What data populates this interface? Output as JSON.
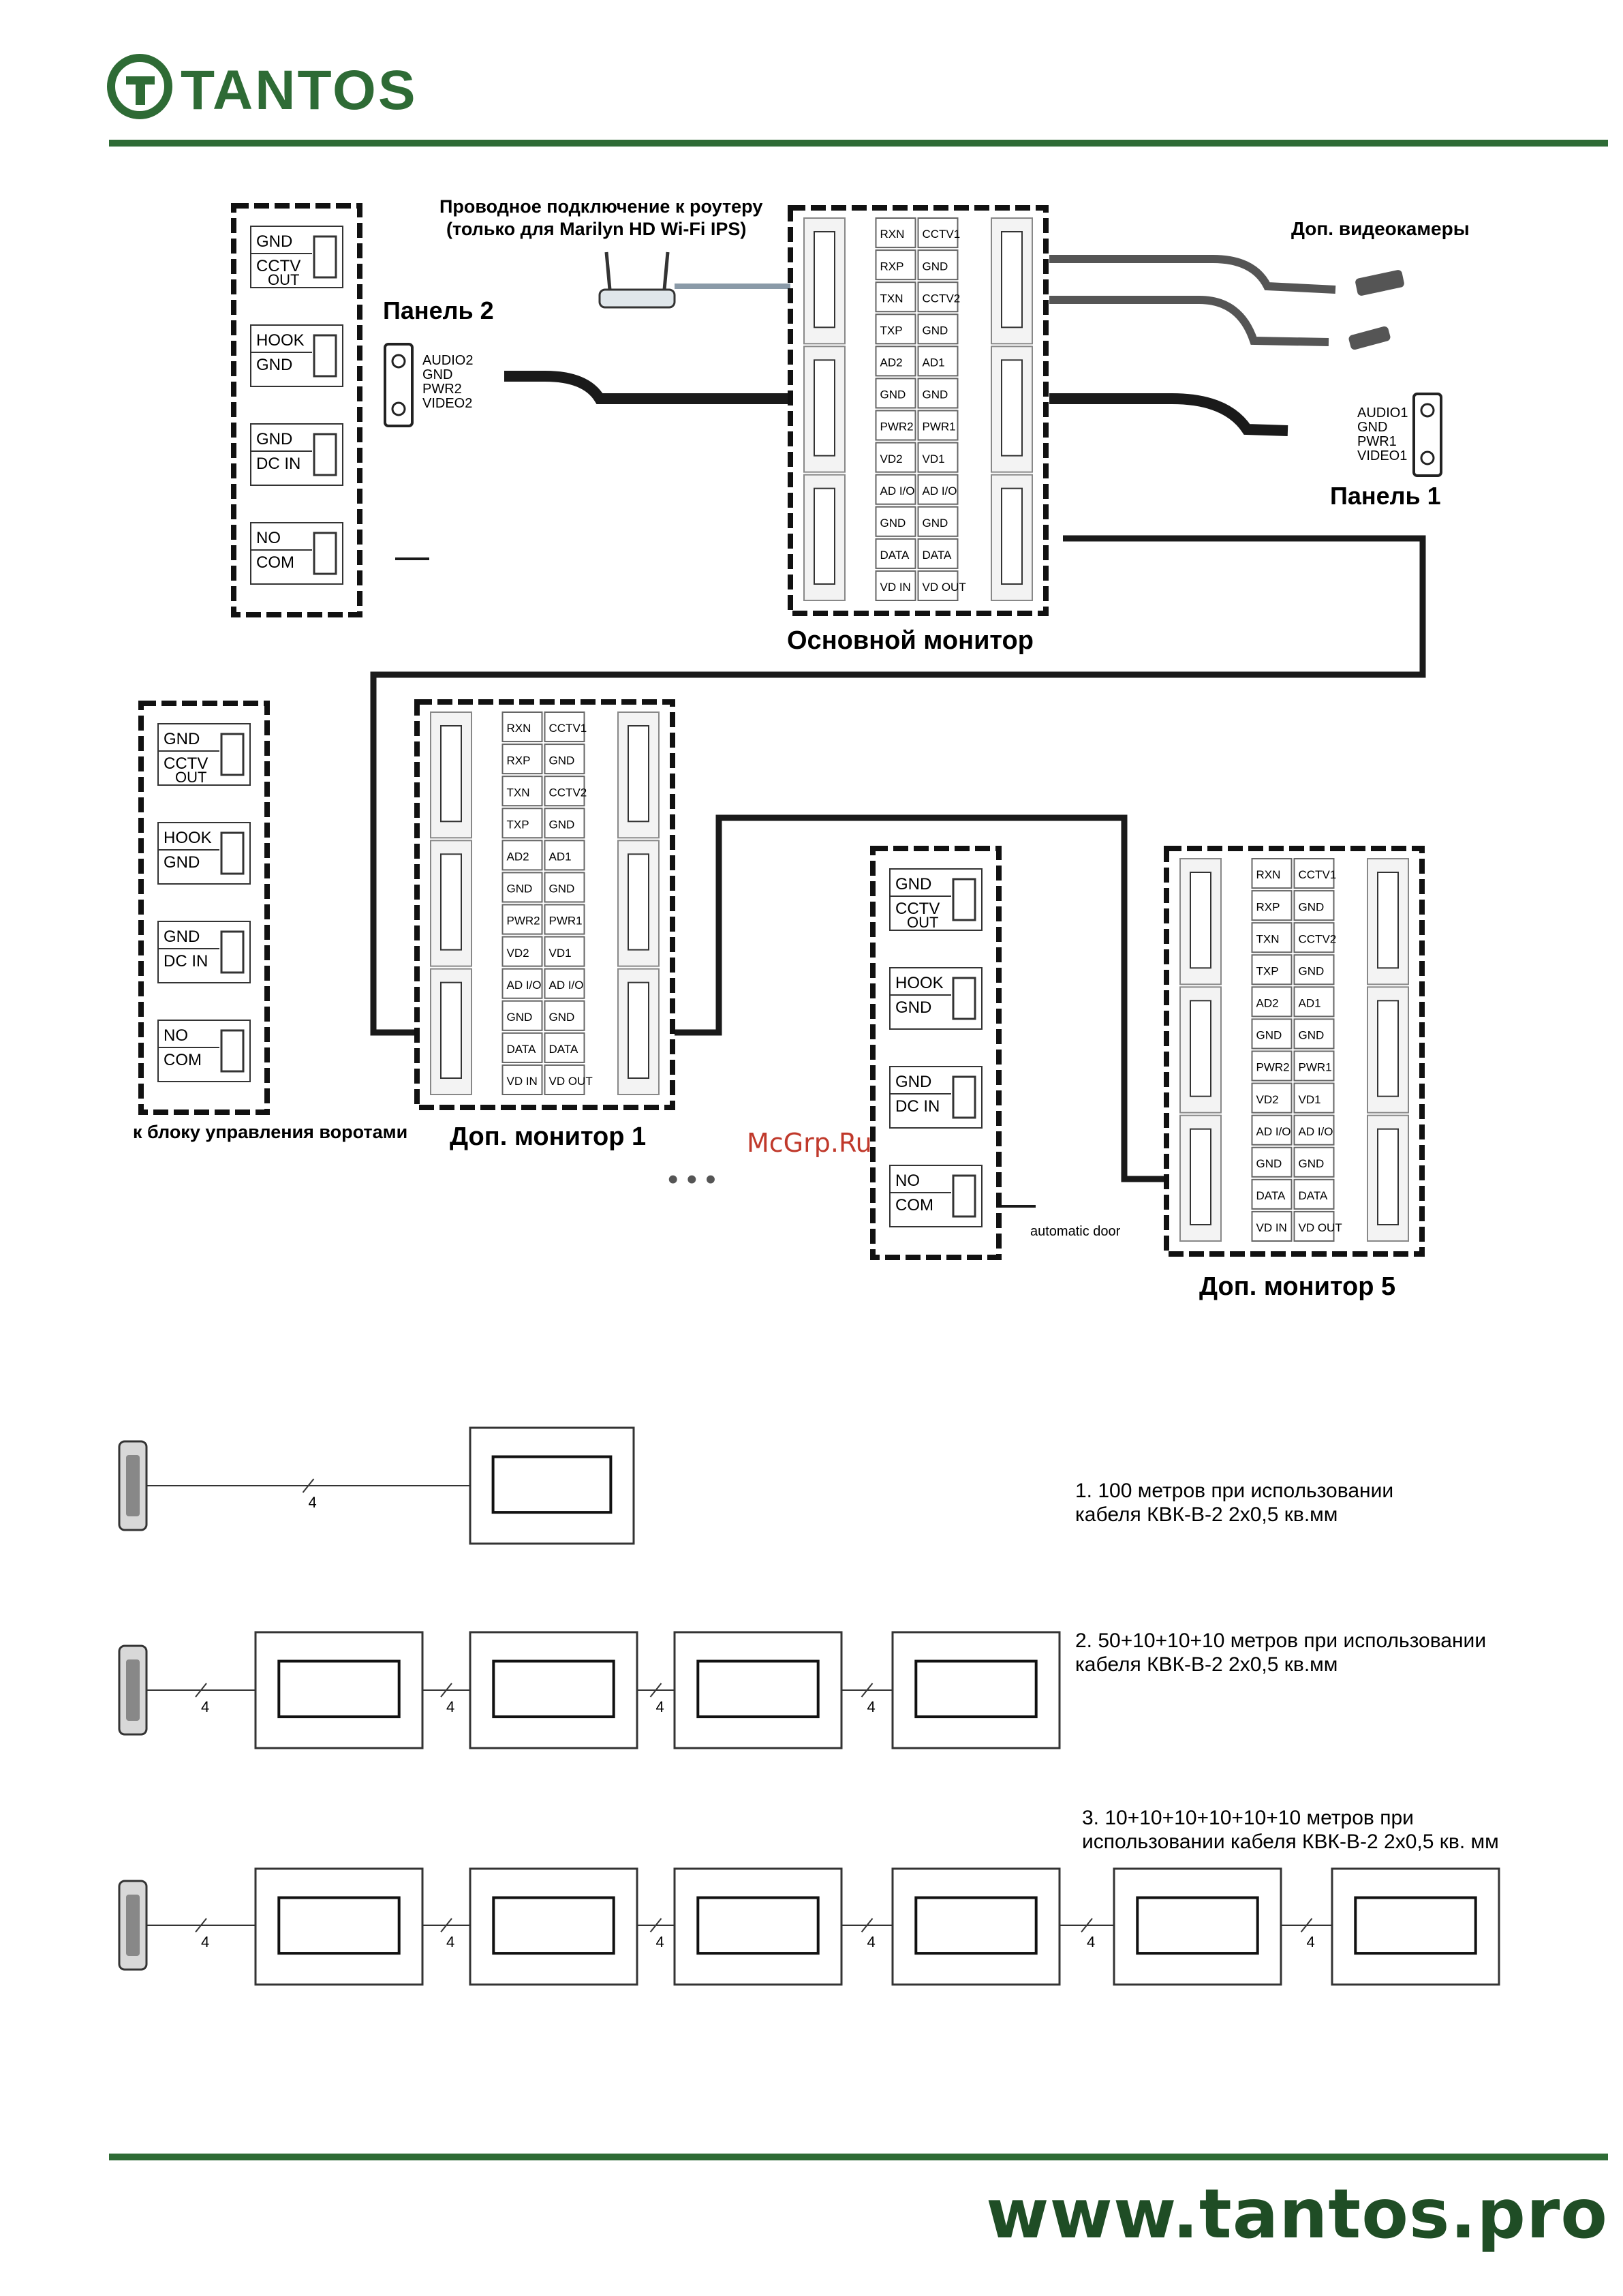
{
  "brand": {
    "name": "TANTOS",
    "website": "www.tantos.pro"
  },
  "watermark": "McGrp.Ru",
  "main_monitor": {
    "title": "Основной монитор",
    "router_note_line1": "Проводное подключение к роутеру",
    "router_note_line2": "(только для Marilyn HD Wi-Fi IPS)",
    "cameras_label": "Доп. видеокамеры"
  },
  "panels": {
    "panel1": {
      "title": "Панель 1",
      "pins": [
        "AUDIO1",
        "GND",
        "PWR1",
        "VIDEO1"
      ]
    },
    "panel2": {
      "title": "Панель 2",
      "pins": [
        "AUDIO2",
        "GND",
        "PWR2",
        "VIDEO2"
      ]
    }
  },
  "terminal_grid": {
    "left_col": [
      "RXN",
      "RXP",
      "TXN",
      "TXP",
      "AD2",
      "GND",
      "PWR2",
      "VD2",
      "AD I/O",
      "GND",
      "DATA",
      "VD IN"
    ],
    "right_col": [
      "CCTV1",
      "GND",
      "CCTV2",
      "GND",
      "AD1",
      "GND",
      "PWR1",
      "VD1",
      "AD I/O",
      "GND",
      "DATA",
      "VD OUT"
    ]
  },
  "side_terminals": [
    {
      "top": "GND",
      "bottom_line1": "CCTV",
      "bottom_line2": "OUT"
    },
    {
      "top": "HOOK",
      "bottom_line1": "GND",
      "bottom_line2": ""
    },
    {
      "top": "GND",
      "bottom_line1": "DC IN",
      "bottom_line2": ""
    },
    {
      "top": "NO",
      "bottom_line1": "COM",
      "bottom_line2": ""
    }
  ],
  "extra_monitors": {
    "m1": "Доп. монитор 1",
    "m5": "Доп. монитор 5"
  },
  "gate_label": "к блоку управления воротами",
  "auto_door_label": "automatic door",
  "ellipsis": "• • •",
  "wire_count": "4",
  "chain_notes": [
    {
      "line1": "1. 100 метров при использовании",
      "line2": "кабеля  КВК-В-2 2х0,5 кв.мм"
    },
    {
      "line1": "2. 50+10+10+10 метров при использовании",
      "line2": "кабеля КВК-В-2 2х0,5 кв.мм"
    },
    {
      "line1": "3. 10+10+10+10+10+10 метров при",
      "line2": "использовании кабеля КВК-В-2 2х0,5 кв. мм"
    }
  ]
}
